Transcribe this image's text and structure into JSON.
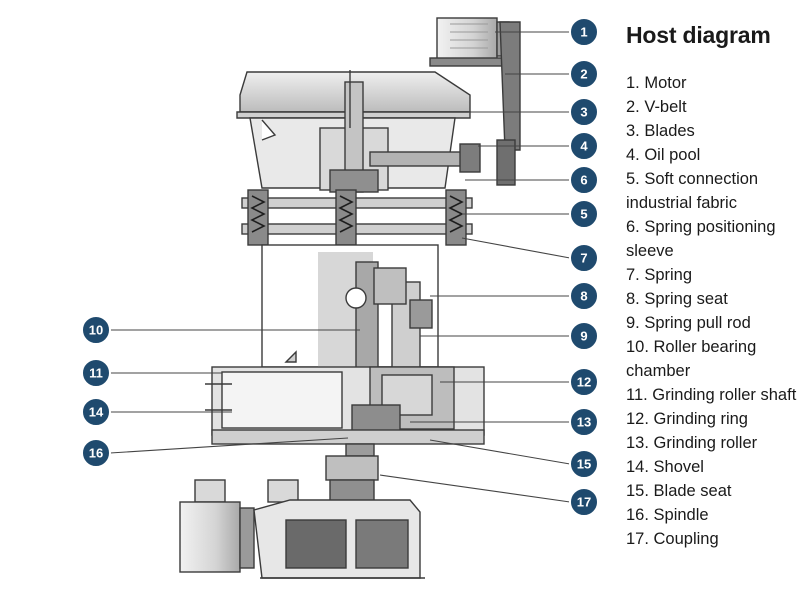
{
  "title": "Host diagram",
  "parts": [
    {
      "num": "1",
      "label": "1. Motor"
    },
    {
      "num": "2",
      "label": "2. V-belt"
    },
    {
      "num": "3",
      "label": "3. Blades"
    },
    {
      "num": "4",
      "label": "4. Oil pool"
    },
    {
      "num": "5",
      "label": "5. Soft connection industrial fabric"
    },
    {
      "num": "6",
      "label": "6. Spring positioning sleeve"
    },
    {
      "num": "7",
      "label": "7. Spring"
    },
    {
      "num": "8",
      "label": "8. Spring seat"
    },
    {
      "num": "9",
      "label": "9. Spring pull rod"
    },
    {
      "num": "10",
      "label": "10. Roller bearing chamber"
    },
    {
      "num": "11",
      "label": "11. Grinding roller shaft"
    },
    {
      "num": "12",
      "label": "12. Grinding ring"
    },
    {
      "num": "13",
      "label": "13. Grinding roller"
    },
    {
      "num": "14",
      "label": "14. Shovel"
    },
    {
      "num": "15",
      "label": "15. Blade seat"
    },
    {
      "num": "16",
      "label": "16. Spindle"
    },
    {
      "num": "17",
      "label": "17. Coupling"
    }
  ],
  "colors": {
    "badge": "#1f4a6e",
    "badge_ring": "#ffffff",
    "line": "#3b3b3b",
    "metal_light": "#e6e6e6",
    "metal_mid": "#bdbdbd",
    "metal_dark": "#6f6f6f"
  }
}
